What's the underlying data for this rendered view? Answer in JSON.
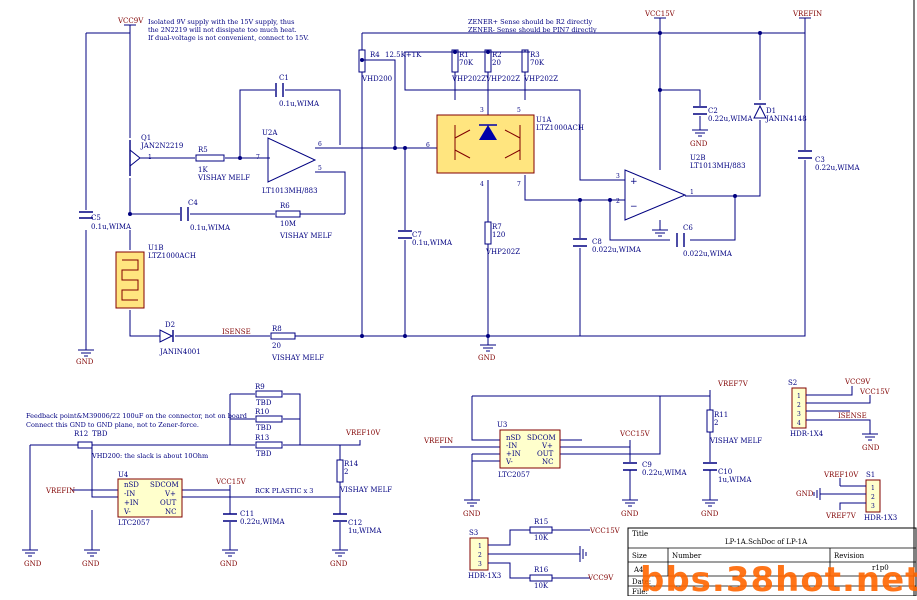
{
  "power_nets": {
    "vcc9v_top": "VCC9V",
    "vcc15v_top": "VCC15V",
    "vrefin_top": "VREFIN",
    "vref7v_a": "VREF7V",
    "vref10v_a": "VREF10V",
    "vcc15v_a": "VCC15V",
    "vrefin_b": "VREFIN",
    "vrefin_c": "VREFIN",
    "vcc15v_b": "VCC15V",
    "vcc9v_s2": "VCC9V",
    "vcc15v_s2": "VCC15V",
    "isense_s2": "ISENSE",
    "vref10v_s1": "VREF10V",
    "vref7v_s1": "VREF7V",
    "gnd_s1": "GND",
    "vcc15v_s3": "VCC15V",
    "vcc9v_s3": "VCC9V",
    "isense_main": "ISENSE",
    "gnd": "GND"
  },
  "notes": {
    "note1_l1": "Isolated 9V supply with the 15V supply, thus",
    "note1_l2": "the 2N2219 will not dissipate too much heat.",
    "note1_l3": "If dual-voltage is not convenient, connect to 15V.",
    "note2_l1": "ZENER+ Sense should be R2 directly",
    "note2_l2": "ZENER- Sense should be PIN7 directly",
    "note3_l1": "Feedback point&M39006/22 100uF on the connector, not on board",
    "note3_l2": "Connect this GND to GND plane, not to Zener-force.",
    "note4": "VHD200: the slack is about 10Ohm",
    "note5": "RCK PLASTIC x 3"
  },
  "components": {
    "q1_ref": "Q1",
    "q1_val": "JAN2N2219",
    "r5_ref": "R5",
    "r5_val": "1K",
    "r5_pkg": "VISHAY MELF",
    "c1_ref": "C1",
    "c1_val": "0.1u,WIMA",
    "u2a_ref": "U2A",
    "u2a_val": "LT1013MH/883",
    "c4_ref": "C4",
    "c4_val": "0.1u,WIMA",
    "r6_ref": "R6",
    "r6_val": "10M",
    "r6_pkg": "VISHAY MELF",
    "c5_ref": "C5",
    "c5_val": "0.1u,WIMA",
    "u1b_ref": "U1B",
    "u1b_val": "LTZ1000ACH",
    "d2_ref": "D2",
    "d2_val": "JANIN4001",
    "r8_ref": "R8",
    "r8_val": "20",
    "r8_pkg": "VISHAY MELF",
    "r4_ref": "R4",
    "r4_val": "12.5K+1K",
    "r4_pkg": "VHD200",
    "r1_ref": "R1",
    "r1_val": "70K",
    "r1_pkg": "VHP202Z",
    "r2_ref": "R2",
    "r2_val": "20",
    "r2_pkg": "VHP202Z",
    "r3_ref": "R3",
    "r3_val": "70K",
    "r3_pkg": "VHP202Z",
    "u1a_ref": "U1A",
    "u1a_val": "LTZ1000ACH",
    "r7_ref": "R7",
    "r7_val": "120",
    "r7_pkg": "VHP202Z",
    "c7_ref": "C7",
    "c7_val": "0.1u,WIMA",
    "c8_ref": "C8",
    "c8_val": "0.022u,WIMA",
    "c6_ref": "C6",
    "c6_val": "0.022u,WIMA",
    "c2_ref": "C2",
    "c2_val": "0.22u,WIMA",
    "u2b_ref": "U2B",
    "u2b_val": "LT1013MH/883",
    "d1_ref": "D1",
    "d1_val": "JANIN4148",
    "c3_ref": "C3",
    "c3_val": "0.22u,WIMA",
    "r9_ref": "R9",
    "r9_val": "TBD",
    "r10_ref": "R10",
    "r10_val": "TBD",
    "r13_ref": "R13",
    "r13_val": "TBD",
    "r12_ref": "R12",
    "r12_val": "TBD",
    "u4_ref": "U4",
    "u4_val": "LTC2057",
    "c11_ref": "C11",
    "c11_val": "0.22u,WIMA",
    "r14_ref": "R14",
    "r14_val": "2",
    "r14_pkg": "VISHAY MELF",
    "c12_ref": "C12",
    "c12_val": "1u,WIMA",
    "u3_ref": "U3",
    "u3_val": "LTC2057",
    "c9_ref": "C9",
    "c9_val": "0.22u,WIMA",
    "r11_ref": "R11",
    "r11_val": "2",
    "r11_pkg": "VISHAY MELF",
    "c10_ref": "C10",
    "c10_val": "1u,WIMA",
    "s2_ref": "S2",
    "s2_val": "HDR-1X4",
    "s1_ref": "S1",
    "s1_val": "HDR-1X3",
    "s3_ref": "S3",
    "s3_val": "HDR-1X3",
    "r15_ref": "R15",
    "r15_val": "10K",
    "r16_ref": "R16",
    "r16_val": "10K"
  },
  "pins": {
    "sd": "nSD",
    "sdcom": "SDCOM",
    "nin": "-IN",
    "vp": "V+",
    "pin": "+IN",
    "out": "OUT",
    "vm": "V-",
    "nc": "NC"
  },
  "title_block": {
    "title_label": "Title",
    "title": "LP-1A.SchDoc of LP-1A",
    "size_label": "Size",
    "size": "A4",
    "number_label": "Number",
    "revision_label": "Revision",
    "revision": "r1p0",
    "date_label": "Date:",
    "file_label": "File:"
  },
  "watermark": "bbs.38hot.net"
}
